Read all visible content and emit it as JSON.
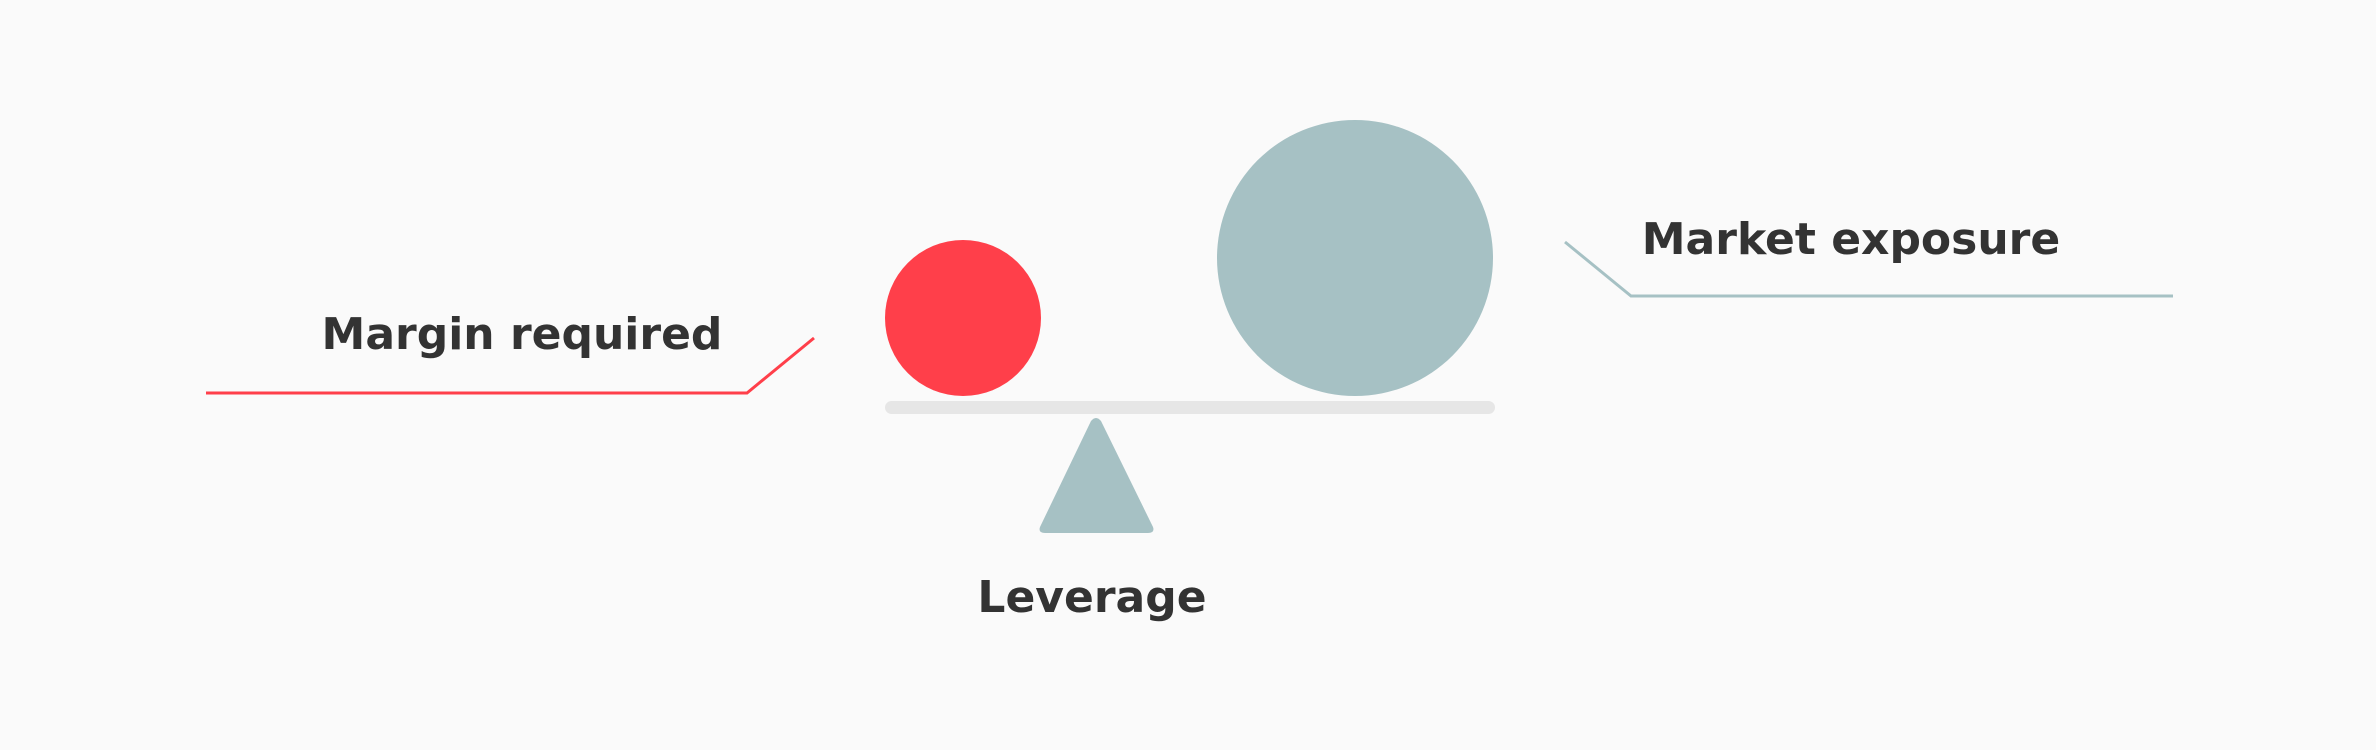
{
  "diagram": {
    "labels": {
      "margin": "Margin required",
      "exposure": "Market exposure",
      "leverage": "Leverage"
    },
    "colors": {
      "background": "#fafafa",
      "margin": "#ff3f4a",
      "exposure": "#a6c1c4",
      "beam": "#e6e6e6",
      "fulcrum": "#a6c1c4",
      "text": "#333333"
    }
  }
}
